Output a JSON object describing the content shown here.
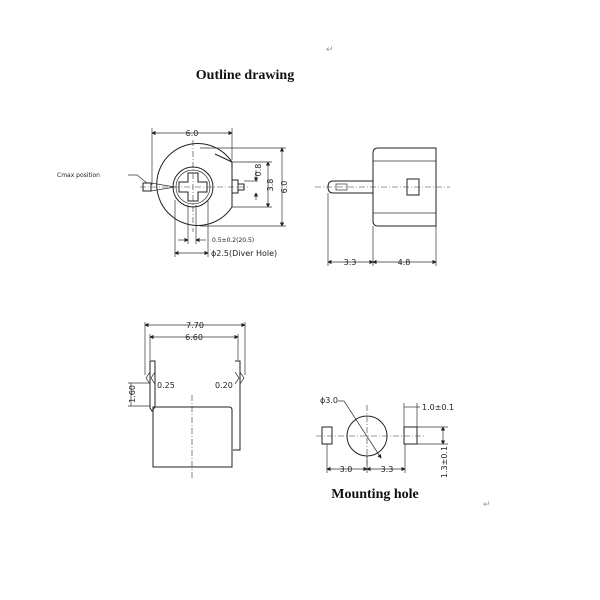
{
  "titles": {
    "outline": "Outline drawing",
    "mounting": "Mounting hole"
  },
  "paragraph_mark": "↵",
  "front_view": {
    "cmax_label": "Cmax position",
    "width": "6.0",
    "height": "6.0",
    "dim_3_8": "3.8",
    "dim_0_8": "0.8",
    "slot": "0.5±0.2(20.5)",
    "driver_hole": "ϕ2.5(Diver Hole)"
  },
  "side_view": {
    "shaft": "3.3",
    "body": "4.8"
  },
  "bottom_view": {
    "outer": "7.70",
    "inner": "6.60",
    "pin_height": "1.60",
    "left_pin": "0.25",
    "right_pin": "0.20"
  },
  "mounting": {
    "hole_dia": "ϕ3.0",
    "pad_w": "1.0±0.1",
    "pad_h": "1.3±0.1",
    "left_pitch": "3.0",
    "right_pitch": "3.3"
  }
}
